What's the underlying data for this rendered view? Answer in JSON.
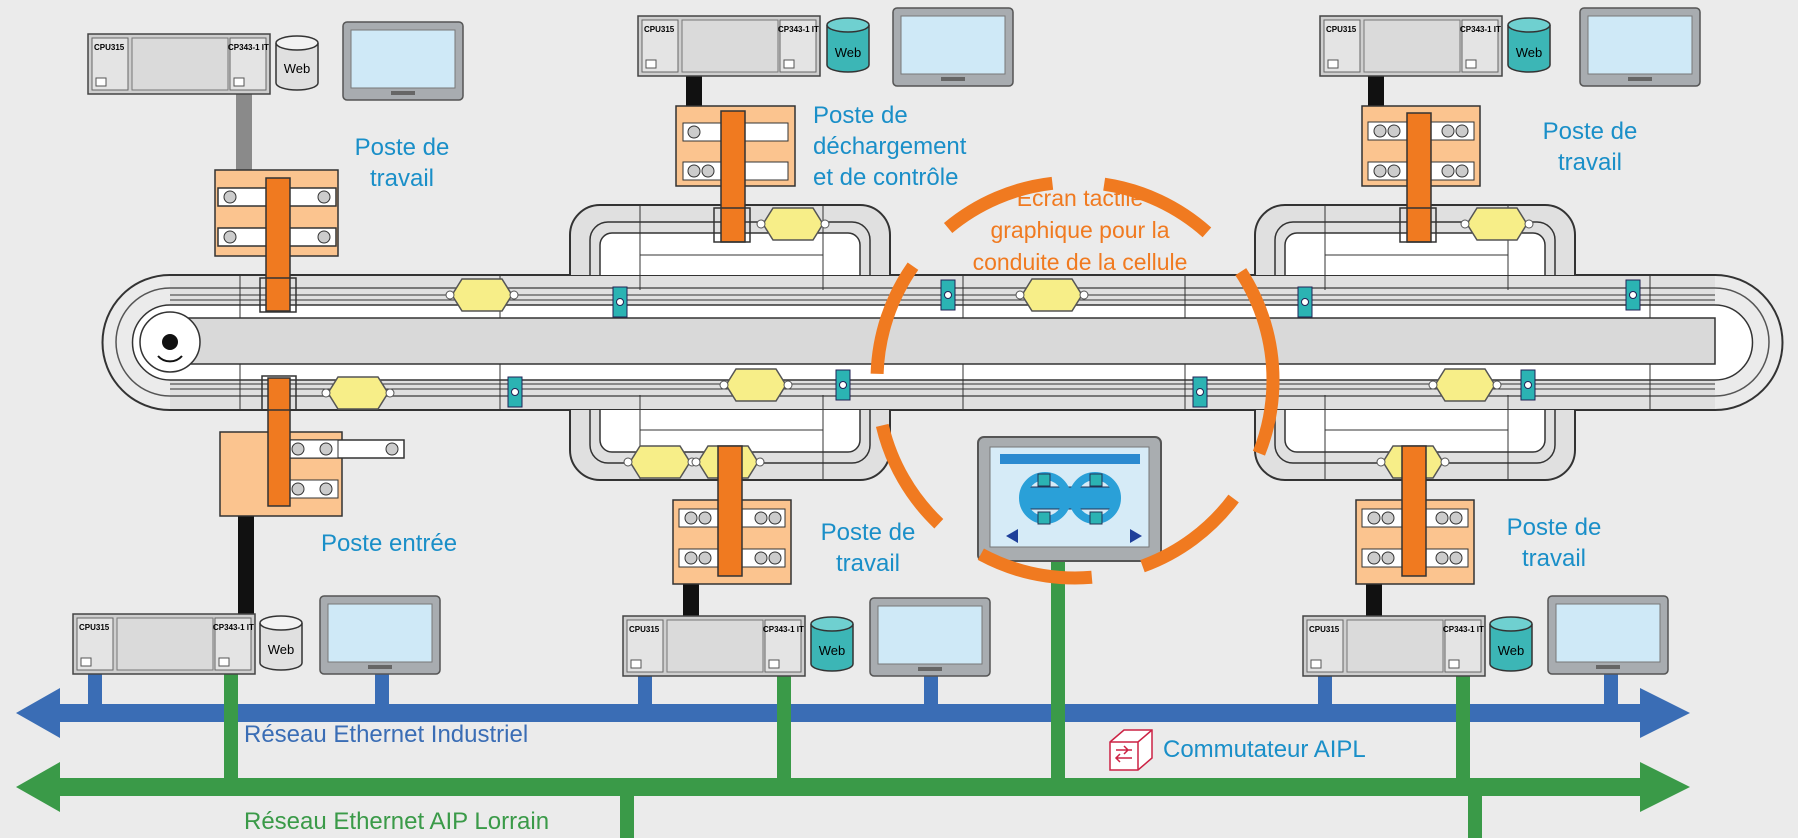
{
  "stations": {
    "s1_label_1": "Poste de",
    "s1_label_2": "travail",
    "s2_label_1": "Poste de",
    "s2_label_2": "déchargement",
    "s2_label_3": "et de contrôle",
    "s3_label_1": "Poste de",
    "s3_label_2": "travail",
    "entry_label": "Poste entrée",
    "s4_label_1": "Poste de",
    "s4_label_2": "travail",
    "s5_label_1": "Poste de",
    "s5_label_2": "travail"
  },
  "touch_screen": {
    "line1": "Écran tactile",
    "line2": "graphique pour la",
    "line3": "conduite de la cellule"
  },
  "networks": {
    "industrial": "Réseau Ethernet Industriel",
    "aip": "Réseau Ethernet AIP Lorrain",
    "switch": "Commutateur AIPL"
  },
  "plc": {
    "cpu": "CPU315",
    "cp": "CP343-1 IT",
    "web": "Web"
  },
  "colors": {
    "industrial_net": "#3a6db5",
    "aip_net": "#3a9a48",
    "station_fill": "#fbc48f",
    "orange": "#f07a20",
    "label_blue": "#1a8fc8",
    "pallet": "#f7ee88",
    "sensor": "#2bb3b3"
  }
}
